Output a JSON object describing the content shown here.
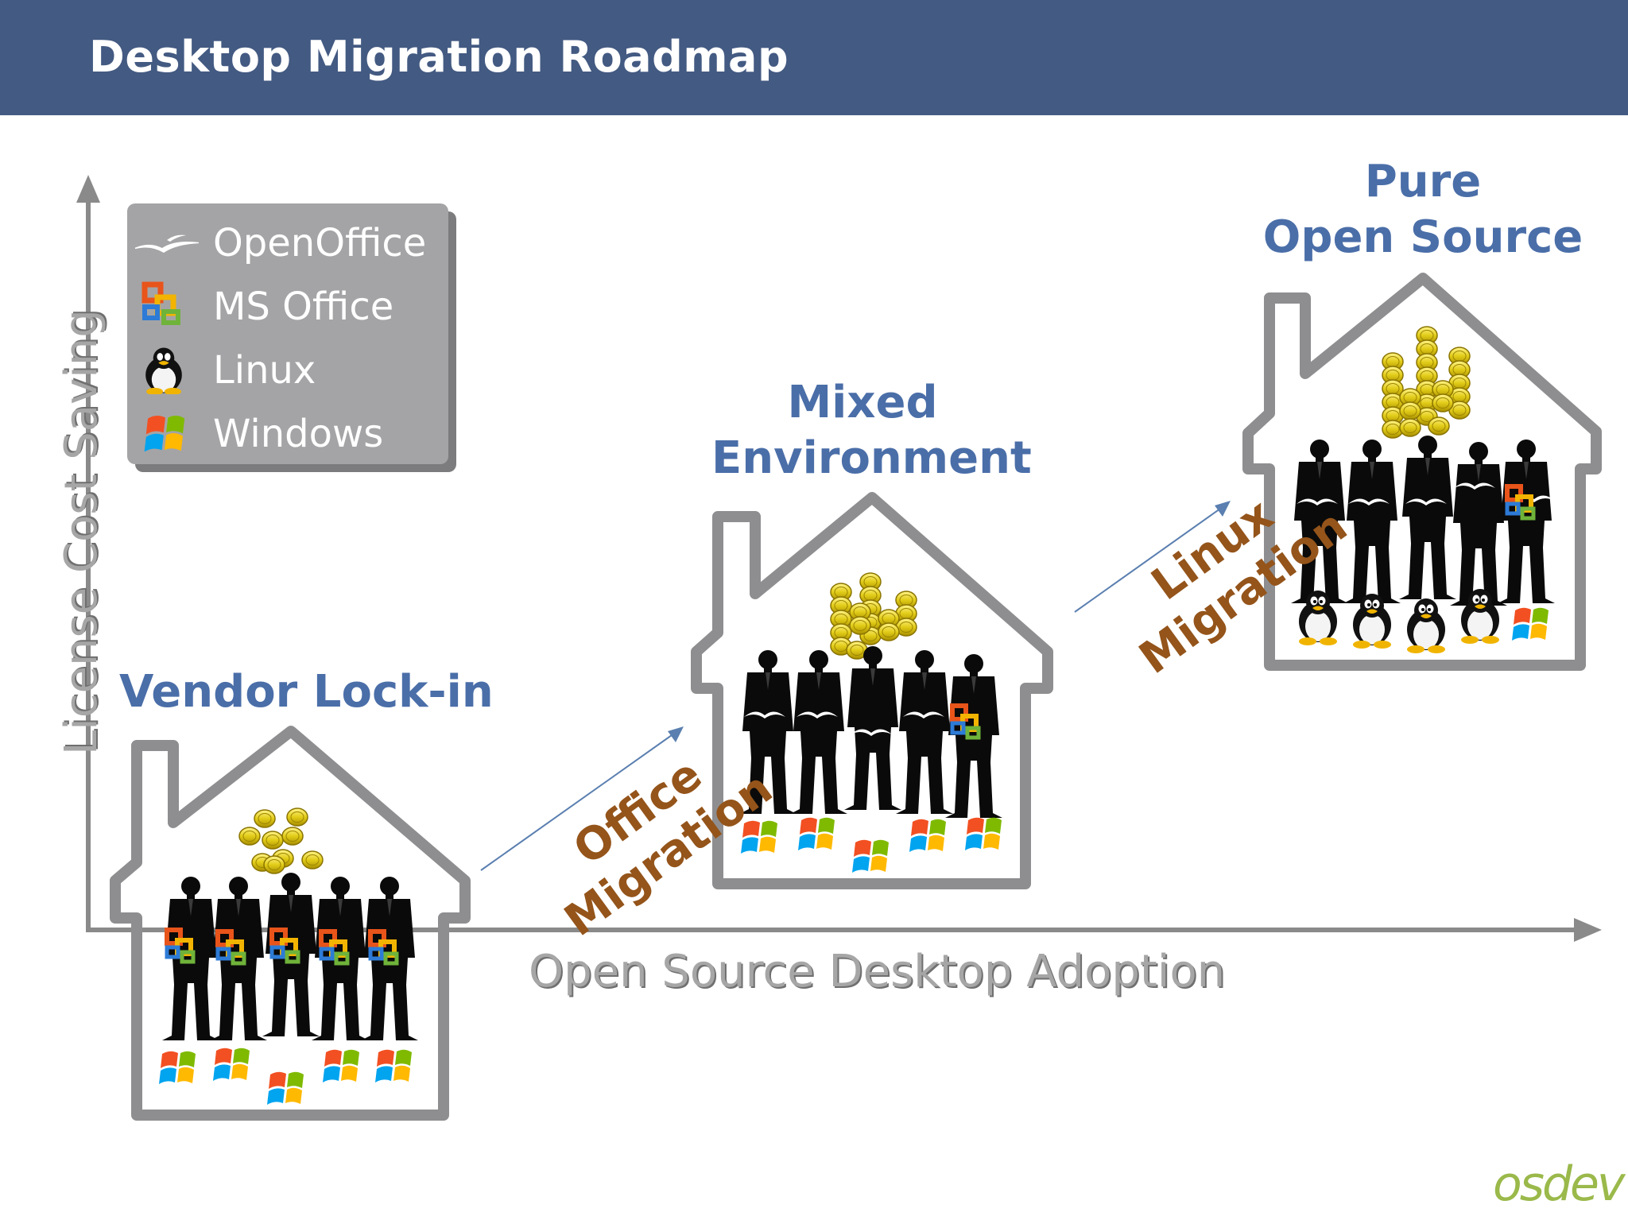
{
  "header": {
    "title": "Desktop Migration Roadmap"
  },
  "axes": {
    "y_label": "License Cost Saving",
    "x_label": "Open Source Desktop Adoption"
  },
  "legend": [
    {
      "label": "OpenOffice",
      "icon": "openoffice-gull-icon"
    },
    {
      "label": "MS Office",
      "icon": "ms-office-icon"
    },
    {
      "label": "Linux",
      "icon": "tux-penguin-icon"
    },
    {
      "label": "Windows",
      "icon": "windows-flag-icon"
    }
  ],
  "stages": [
    {
      "title_lines": [
        "Vendor Lock-in"
      ],
      "people": 5,
      "office_suite": "MS Office",
      "os": "Windows"
    },
    {
      "title_lines": [
        "Mixed",
        "Environment"
      ],
      "people": 5,
      "office_suite": "OpenOffice",
      "os": "Windows"
    },
    {
      "title_lines": [
        "Pure",
        "Open Source"
      ],
      "people": 5,
      "office_suite": "OpenOffice",
      "os": "Linux"
    }
  ],
  "migrations": [
    {
      "lines": [
        "Office",
        "Migration"
      ]
    },
    {
      "lines": [
        "Linux",
        "Migration"
      ]
    }
  ],
  "logo": {
    "text": "osdev"
  },
  "colors": {
    "header": "#435a82",
    "stage_title": "#4a6ea8",
    "migration": "#94541a",
    "axis": "#8a8a8a",
    "house": "#8e8e90"
  }
}
